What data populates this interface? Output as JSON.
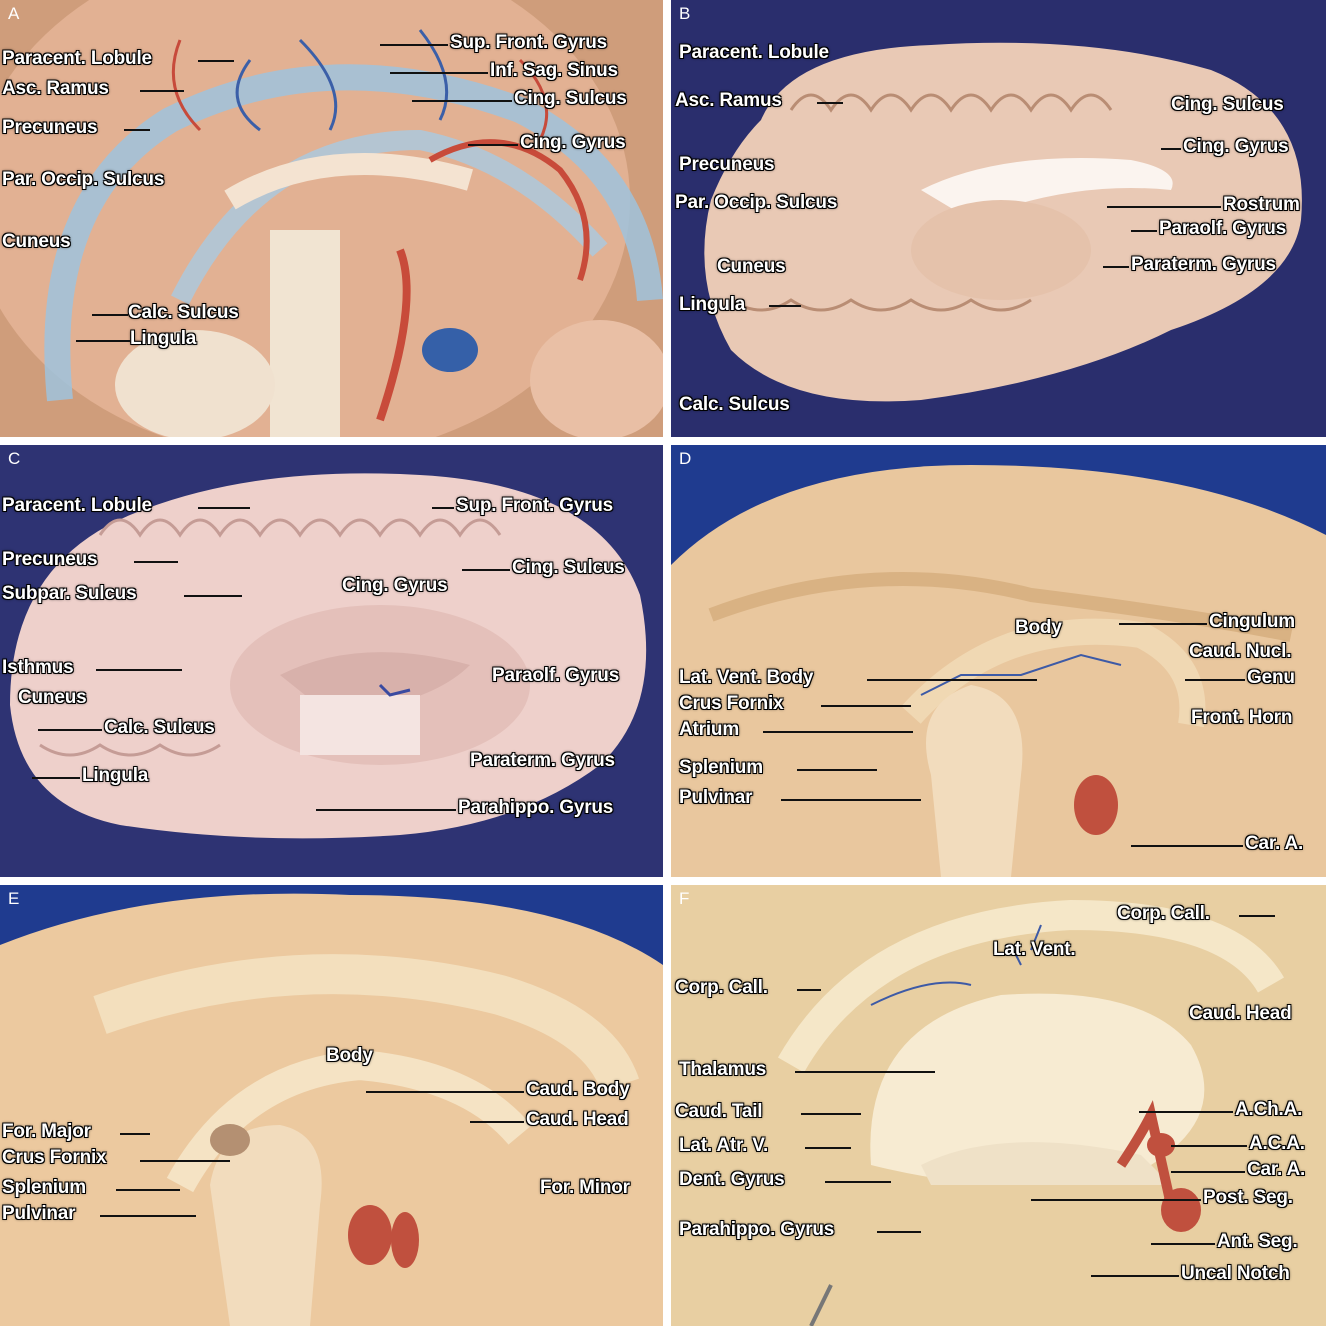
{
  "panels": {
    "A": {
      "letter": "A",
      "labels": [
        "Paracent. Lobule",
        "Asc. Ramus",
        "Precuneus",
        "Par. Occip. Sulcus",
        "Cuneus",
        "Calc. Sulcus",
        "Lingula",
        "Sup. Front. Gyrus",
        "Inf. Sag. Sinus",
        "Cing. Sulcus",
        "Cing. Gyrus"
      ]
    },
    "B": {
      "letter": "B",
      "labels": [
        "Paracent. Lobule",
        "Asc. Ramus",
        "Precuneus",
        "Par. Occip. Sulcus",
        "Cuneus",
        "Lingula",
        "Calc. Sulcus",
        "Cing. Sulcus",
        "Cing. Gyrus",
        "Rostrum",
        "Paraolf. Gyrus",
        "Paraterm. Gyrus"
      ]
    },
    "C": {
      "letter": "C",
      "labels": [
        "Paracent. Lobule",
        "Precuneus",
        "Subpar. Sulcus",
        "Isthmus",
        "Cuneus",
        "Calc. Sulcus",
        "Lingula",
        "Sup. Front. Gyrus",
        "Cing. Sulcus",
        "Cing. Gyrus",
        "Paraolf. Gyrus",
        "Paraterm. Gyrus",
        "Parahippo. Gyrus"
      ]
    },
    "D": {
      "letter": "D",
      "labels": [
        "Body",
        "Cingulum",
        "Caud. Nucl.",
        "Genu",
        "Lat. Vent. Body",
        "Crus Fornix",
        "Atrium",
        "Front. Horn",
        "Splenium",
        "Pulvinar",
        "Car. A."
      ]
    },
    "E": {
      "letter": "E",
      "labels": [
        "Body",
        "Caud. Body",
        "Caud. Head",
        "For. Major",
        "Crus Fornix",
        "Splenium",
        "Pulvinar",
        "For. Minor"
      ]
    },
    "F": {
      "letter": "F",
      "labels": [
        "Corp. Call.",
        "Lat. Vent.",
        "Corp. Call.",
        "Caud. Head",
        "Thalamus",
        "Caud. Tail",
        "Lat. Atr. V.",
        "Dent. Gyrus",
        "Parahippo. Gyrus",
        "A.Ch.A.",
        "A.C.A.",
        "Car. A.",
        "Post. Seg.",
        "Ant. Seg.",
        "Uncal Notch"
      ]
    }
  }
}
